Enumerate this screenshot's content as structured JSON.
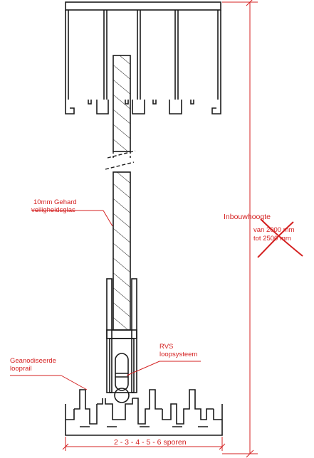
{
  "labels": {
    "glass_line1": "10mm Gehard",
    "glass_line2": "veiligheidsglas",
    "rail_line1": "Geanodiseerde",
    "rail_line2": "looprail",
    "system_line1": "RVS",
    "system_line2": "loopsysteem",
    "height_title": "Inbouwhoogte",
    "height_line1": "van 2000 mm",
    "height_line2": "tot 2500 mm",
    "tracks": "2 - 3 - 4 - 5 - 6 sporen"
  },
  "colors": {
    "annotation": "#d42020",
    "linework": "#1a1a1a"
  },
  "annotations": {
    "height_text_crossed_out": true
  }
}
